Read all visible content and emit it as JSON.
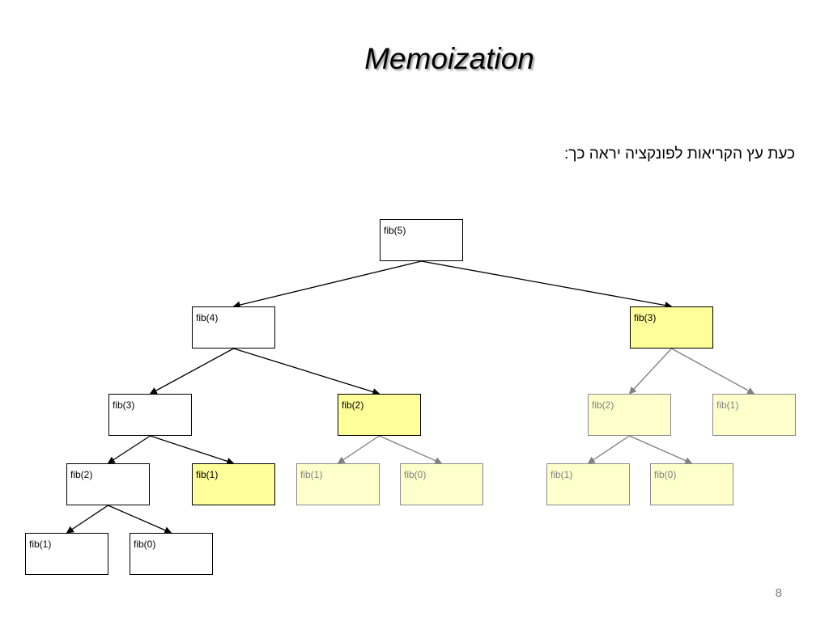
{
  "title": "Memoization",
  "subtitle": "כעת עץ הקריאות לפונקציה יראה כך:",
  "page_number": "8",
  "colors": {
    "computed": "#ffffff",
    "memoized": "#ffff99",
    "skipped": "#ffffcc",
    "edge_active": "#000000",
    "edge_skipped": "#808080"
  },
  "nodes": [
    {
      "label": "fib(5)",
      "state": "computed"
    },
    {
      "label": "fib(4)",
      "state": "computed"
    },
    {
      "label": "fib(3)",
      "state": "memoized"
    },
    {
      "label": "fib(3)",
      "state": "computed"
    },
    {
      "label": "fib(2)",
      "state": "memoized"
    },
    {
      "label": "fib(2)",
      "state": "skipped"
    },
    {
      "label": "fib(1)",
      "state": "skipped"
    },
    {
      "label": "fib(2)",
      "state": "computed"
    },
    {
      "label": "fib(1)",
      "state": "memoized"
    },
    {
      "label": "fib(1)",
      "state": "skipped"
    },
    {
      "label": "fib(0)",
      "state": "skipped"
    },
    {
      "label": "fib(1)",
      "state": "skipped"
    },
    {
      "label": "fib(0)",
      "state": "skipped"
    },
    {
      "label": "fib(1)",
      "state": "computed"
    },
    {
      "label": "fib(0)",
      "state": "computed"
    }
  ],
  "edges": [
    {
      "from": 0,
      "to": 1,
      "state": "active"
    },
    {
      "from": 0,
      "to": 2,
      "state": "active"
    },
    {
      "from": 1,
      "to": 3,
      "state": "active"
    },
    {
      "from": 1,
      "to": 4,
      "state": "active"
    },
    {
      "from": 2,
      "to": 5,
      "state": "skipped"
    },
    {
      "from": 2,
      "to": 6,
      "state": "skipped"
    },
    {
      "from": 3,
      "to": 7,
      "state": "active"
    },
    {
      "from": 3,
      "to": 8,
      "state": "active"
    },
    {
      "from": 4,
      "to": 9,
      "state": "skipped"
    },
    {
      "from": 4,
      "to": 10,
      "state": "skipped"
    },
    {
      "from": 5,
      "to": 11,
      "state": "skipped"
    },
    {
      "from": 5,
      "to": 12,
      "state": "skipped"
    },
    {
      "from": 7,
      "to": 13,
      "state": "active"
    },
    {
      "from": 7,
      "to": 14,
      "state": "active"
    }
  ]
}
